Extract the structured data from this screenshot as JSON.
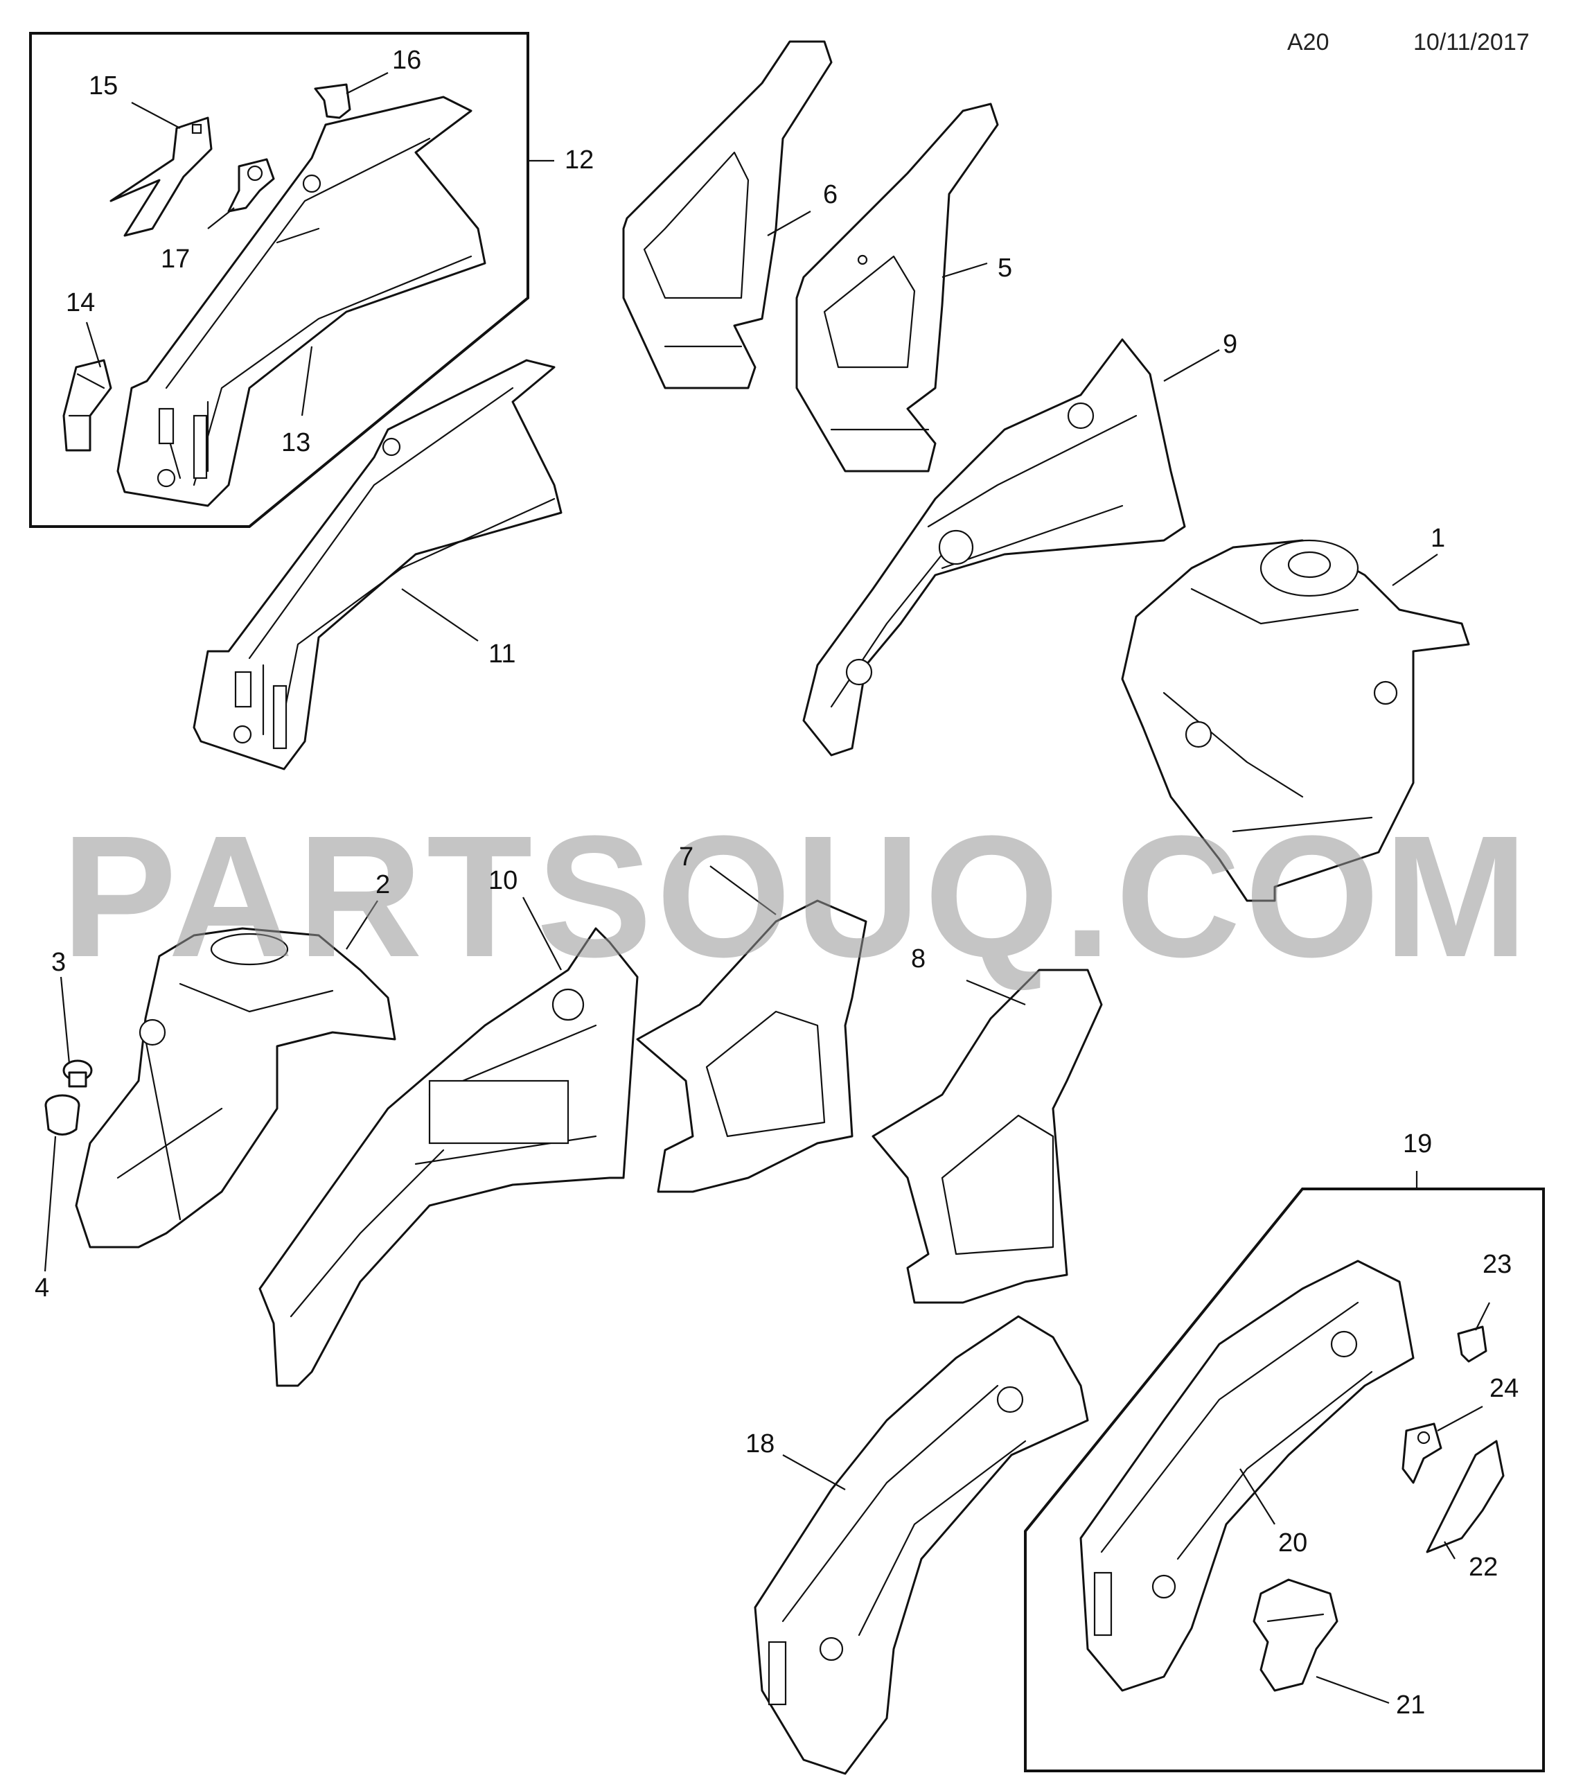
{
  "header": {
    "code": "A20",
    "date": "10/11/2017"
  },
  "watermark": "PARTSOUQ.COM",
  "callouts": [
    "1",
    "2",
    "3",
    "4",
    "5",
    "6",
    "7",
    "8",
    "9",
    "10",
    "11",
    "12",
    "13",
    "14",
    "15",
    "16",
    "17",
    "18",
    "19",
    "20",
    "21",
    "22",
    "23",
    "24"
  ],
  "colors": {
    "line": "#111111",
    "background": "#ffffff",
    "watermark": "#969696"
  }
}
